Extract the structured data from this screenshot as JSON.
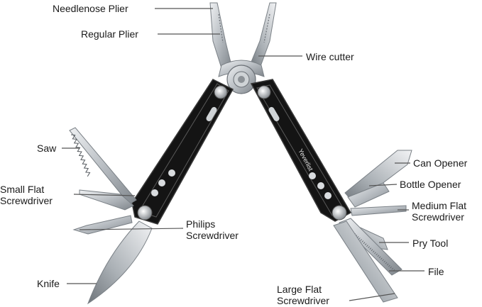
{
  "labels": {
    "needlenose_plier": "Needlenose Plier",
    "regular_plier": "Regular Plier",
    "wire_cutter": "Wire cutter",
    "saw": "Saw",
    "small_flat_1": "Small Flat",
    "small_flat_2": "Screwdriver",
    "philips_1": "Philips",
    "philips_2": "Screwdriver",
    "knife": "Knife",
    "can_opener": "Can Opener",
    "bottle_opener": "Bottle Opener",
    "medium_flat_1": "Medium Flat",
    "medium_flat_2": "Screwdriver",
    "pry_tool": "Pry Tool",
    "file": "File",
    "large_flat_1": "Large Flat",
    "large_flat_2": "Screwdriver"
  },
  "handle_brand": "Yeverlist",
  "colors": {
    "handle": "#141414",
    "steel": "#c9cdd1",
    "steel_dark": "#8e9398",
    "leader": "#555555",
    "text": "#1a1a1a"
  }
}
